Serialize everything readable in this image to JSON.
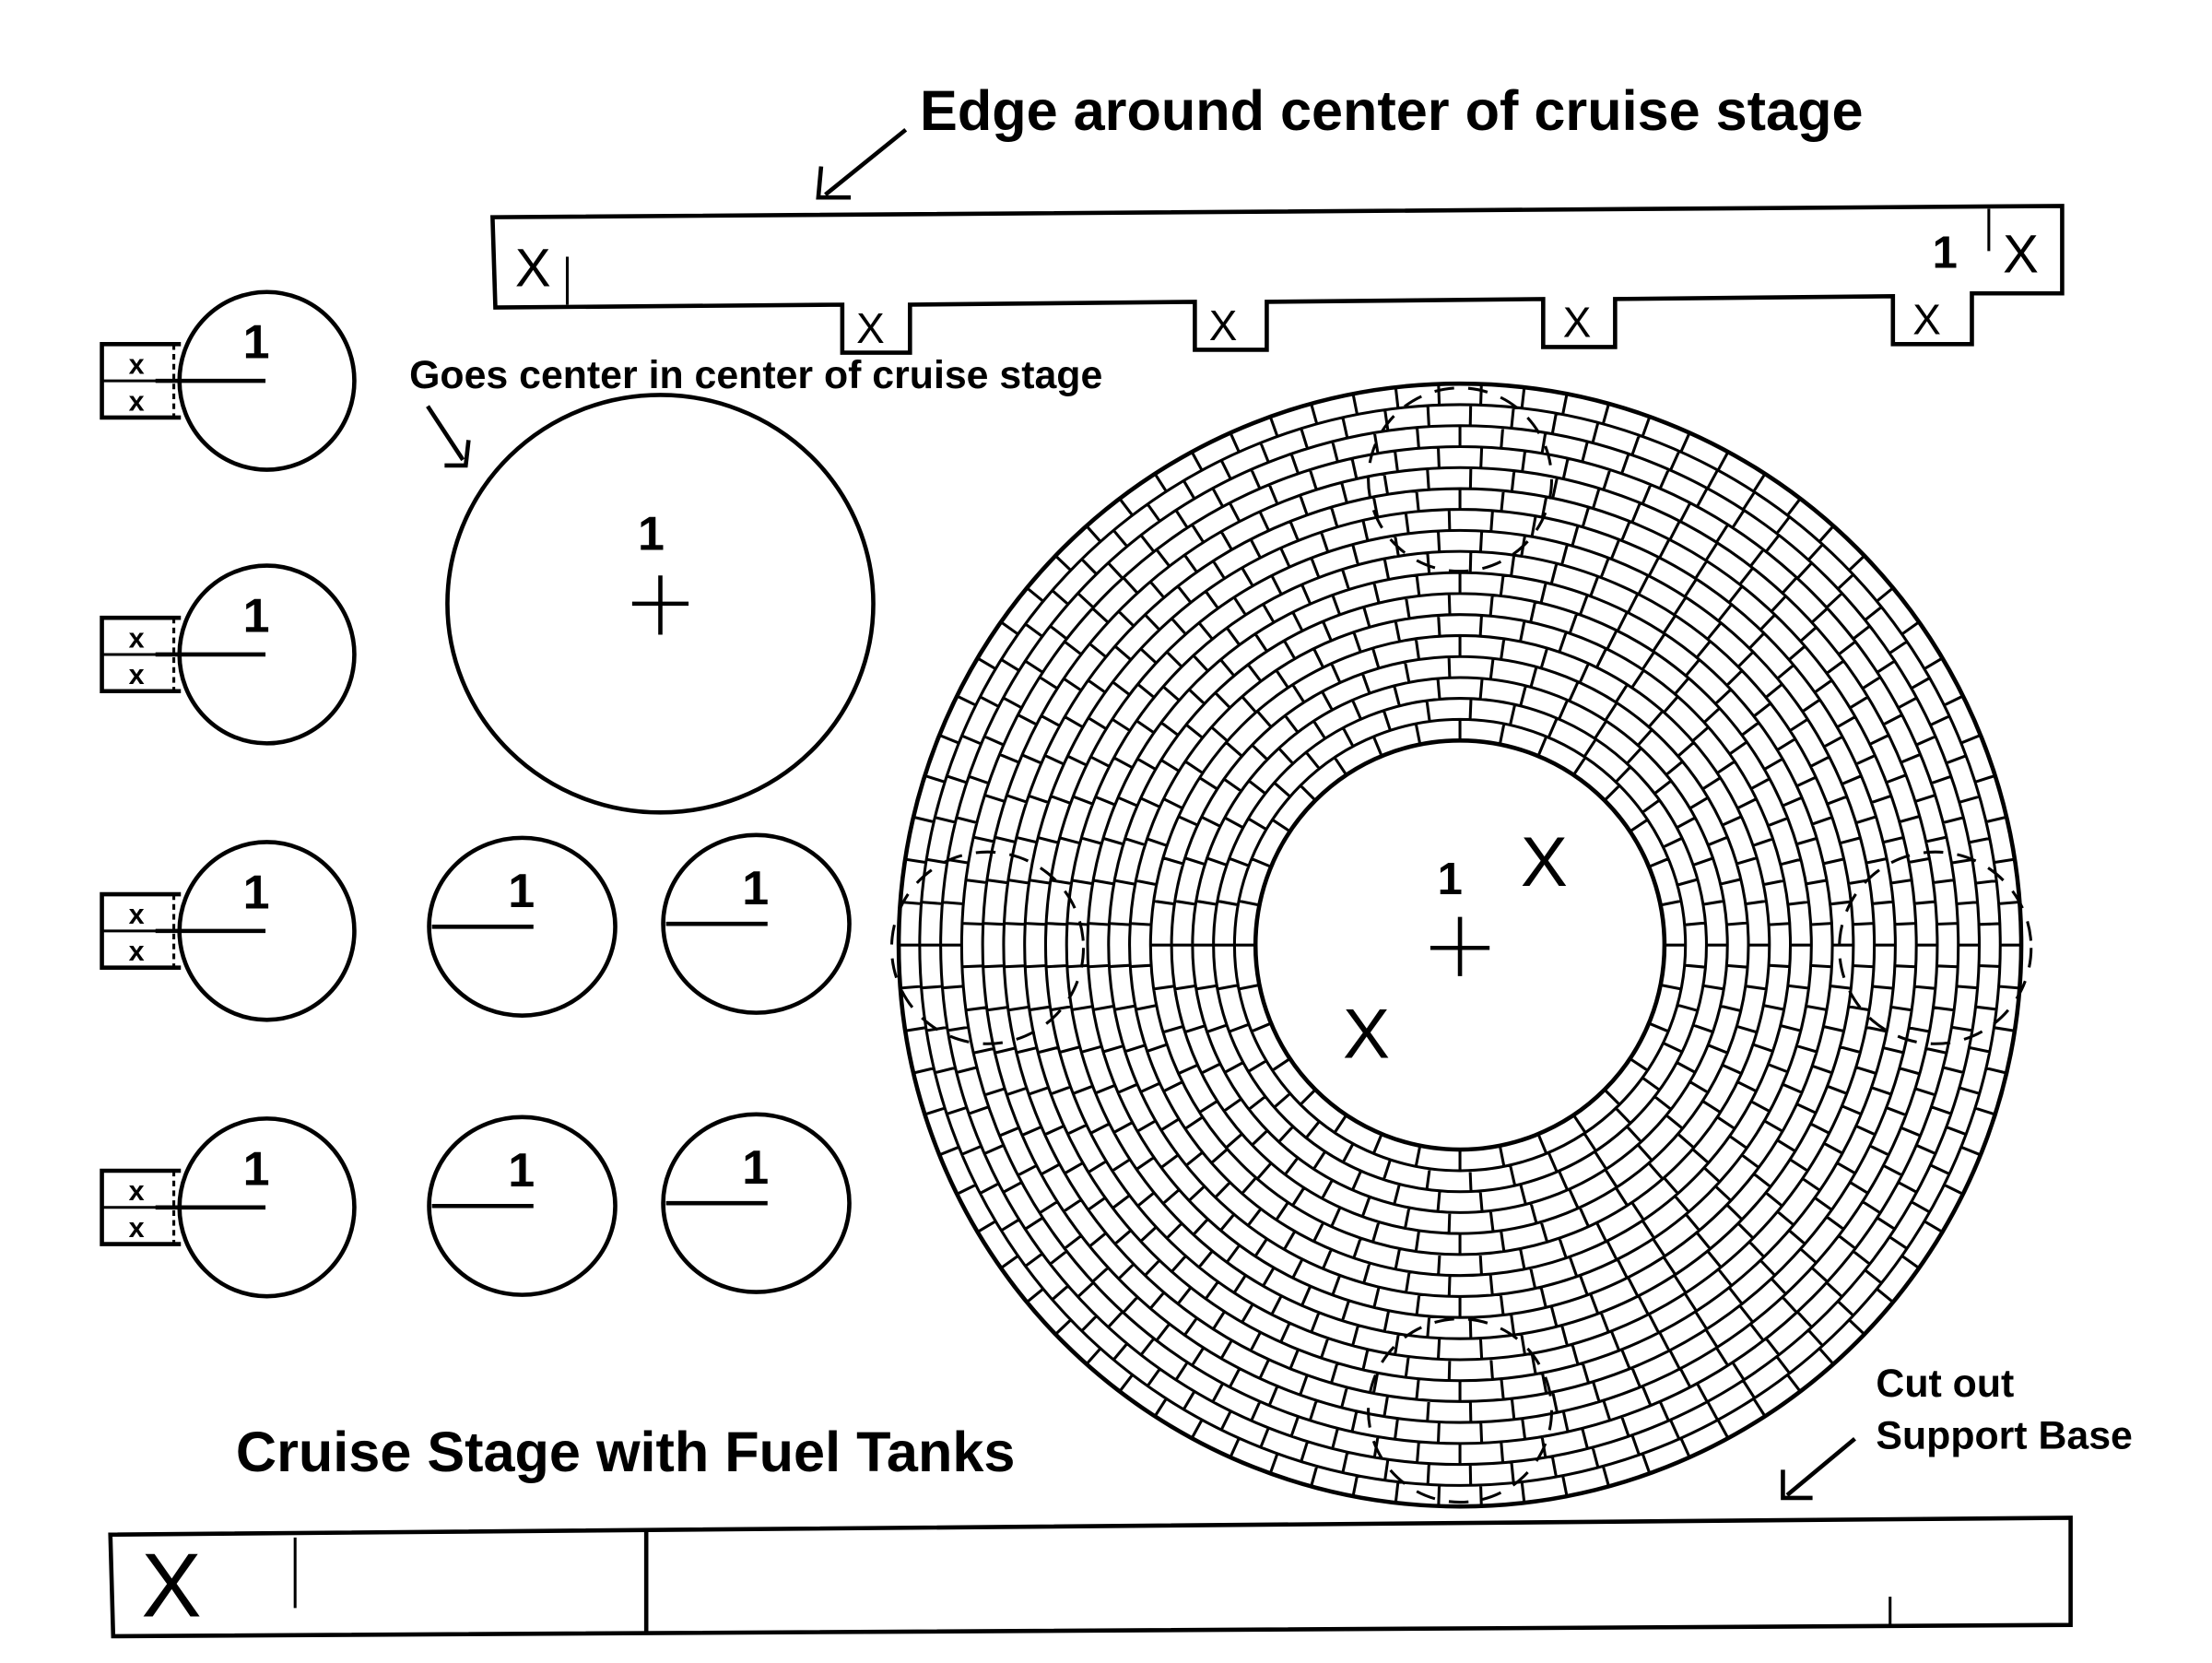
{
  "labels": {
    "edge_title": "Edge around center of cruise stage",
    "center_note": "Goes center in center of cruise stage",
    "main_title": "Cruise Stage with Fuel Tanks",
    "cutout_line1": "Cut out",
    "cutout_line2": "Support Base"
  },
  "marks": {
    "one": "1",
    "x": "X",
    "small_x": "x"
  },
  "colors": {
    "ink": "#000000",
    "paper": "#ffffff"
  }
}
